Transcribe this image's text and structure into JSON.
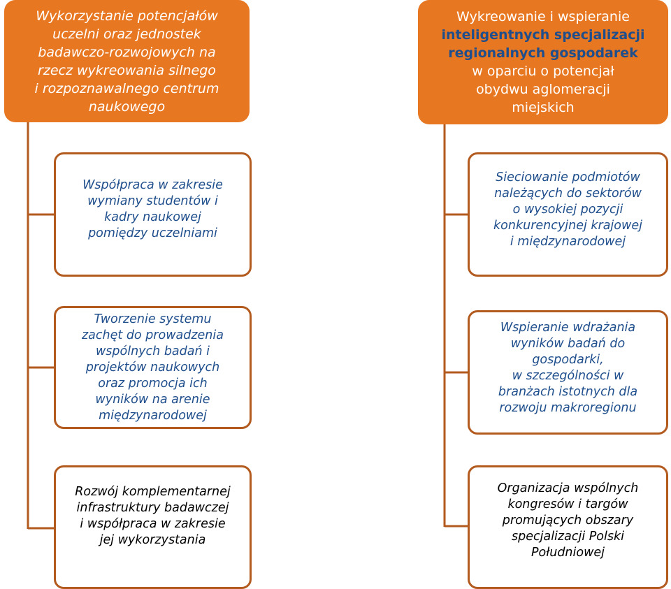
{
  "diagram": {
    "left": {
      "header": {
        "lines": [
          "Wykorzystanie potencjałów",
          "uczelni oraz jednostek",
          "badawczo-rozwojowych na",
          "rzecz wykreowania silnego",
          "i rozpoznawalnego centrum",
          "naukowego"
        ]
      },
      "children": [
        {
          "lines": [
            "Współpraca w zakresie",
            "wymiany studentów i",
            "kadry naukowej",
            "pomiędzy uczelniami"
          ]
        },
        {
          "lines": [
            "Tworzenie systemu",
            "zachęt do prowadzenia",
            "wspólnych badań i",
            "projektów naukowych",
            "oraz promocja ich",
            "wyników na arenie",
            "międzynarodowej"
          ]
        },
        {
          "lines": [
            "Rozwój komplementarnej",
            "infrastruktury badawczej",
            "i współpraca w zakresie",
            "jej wykorzystania"
          ]
        }
      ]
    },
    "right": {
      "header": {
        "lines": [
          "Wykreowanie i wspieranie",
          "inteligentnych specjalizacji",
          "regionalnych gospodarek",
          "w oparciu o potencjał",
          "obydwu aglomeracji",
          "miejskich"
        ]
      },
      "children": [
        {
          "lines": [
            "Sieciowanie podmiotów",
            "należących do sektorów",
            "o wysokiej pozycji",
            "konkurencyjnej krajowej",
            "i międzynarodowej"
          ]
        },
        {
          "lines": [
            "Wspieranie wdrażania",
            "wyników badań do",
            "gospodarki,",
            "w szczególności w",
            "branżach istotnych dla",
            "rozwoju makroregionu"
          ]
        },
        {
          "lines": [
            "Organizacja wspólnych",
            "kongresów i targów",
            "promujących obszary",
            "specjalizacji Polski",
            "Południowej"
          ]
        }
      ]
    }
  },
  "colors": {
    "header_fill": "#e87722",
    "header_text": "#ffffff",
    "highlight_text": "#1f4e8c",
    "connector": "#b35a1f",
    "box_border": "#b35a1f"
  }
}
